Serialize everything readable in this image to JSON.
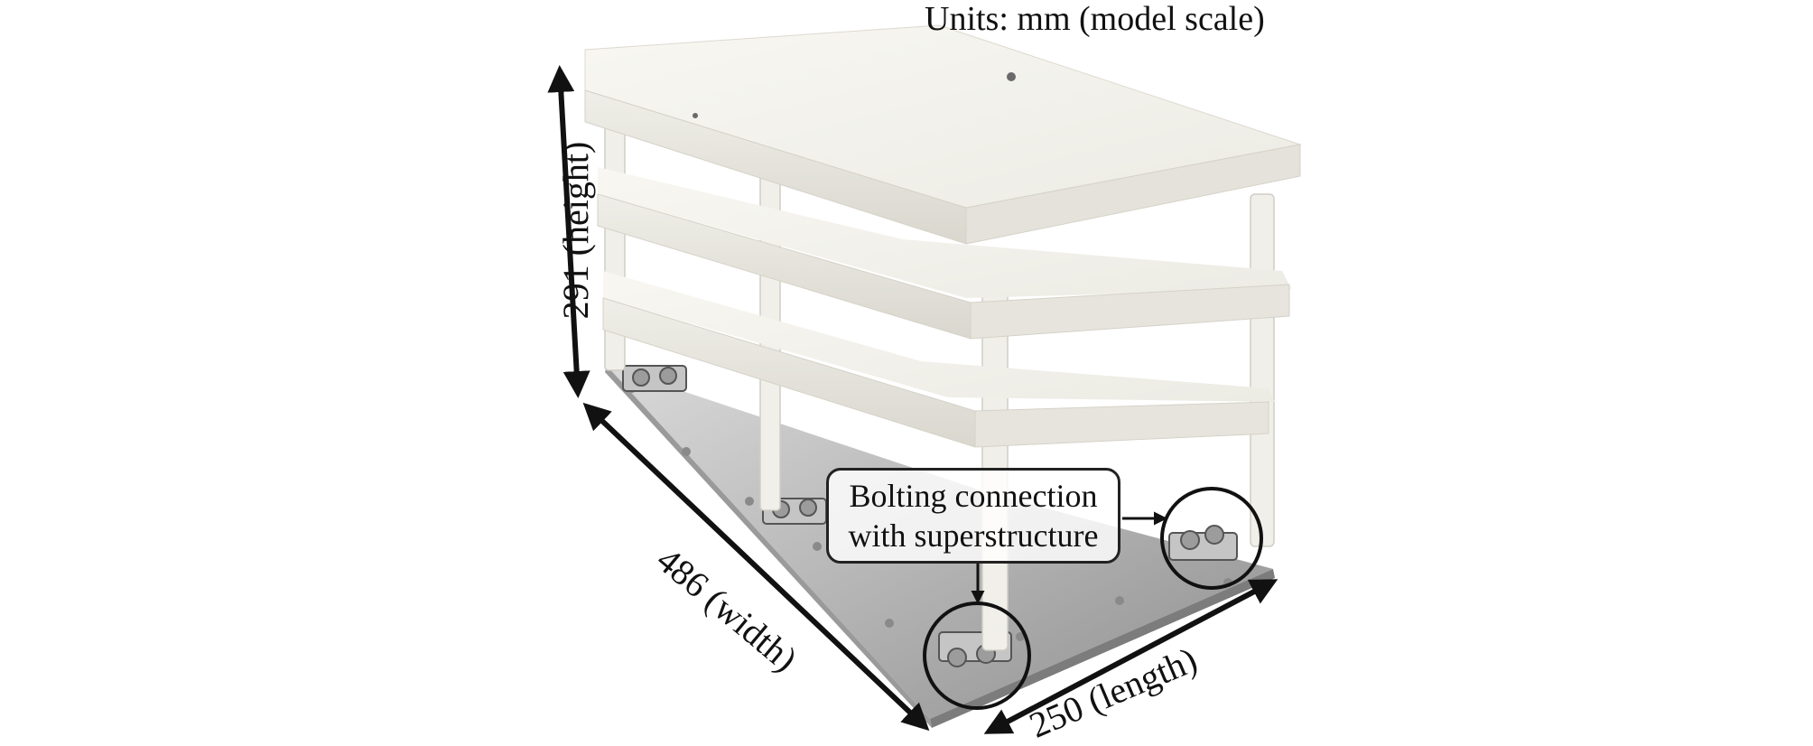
{
  "labels": {
    "units": "Units: mm (model scale)",
    "height": "291 (height)",
    "width": "486 (width)",
    "length": "250 (length)"
  },
  "callout": {
    "line1": "Bolting connection",
    "line2": "with superstructure"
  },
  "colors": {
    "acrylic": "#f5f3ee",
    "acrylic_shadow": "#dedbd2",
    "steel_plate": "#bcbcbc",
    "arrow": "#111111"
  }
}
